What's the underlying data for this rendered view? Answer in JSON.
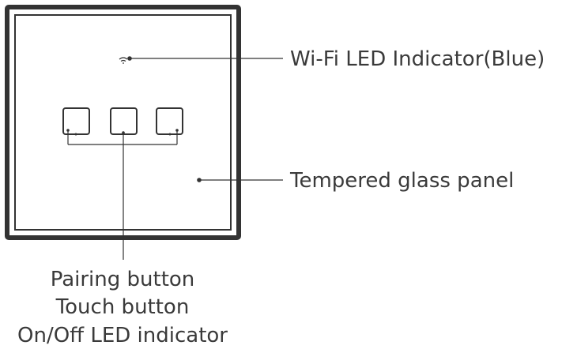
{
  "callouts": {
    "wifi_led": "Wi-Fi LED Indicator(Blue)",
    "glass_panel": "Tempered glass panel",
    "bottom_lines": [
      "Pairing button",
      "Touch button",
      "On/Off LED indicator"
    ]
  },
  "icons": {
    "wifi": "wifi-icon"
  },
  "colors": {
    "stroke": "#333333",
    "text": "#3a3a3a",
    "background": "#ffffff"
  }
}
